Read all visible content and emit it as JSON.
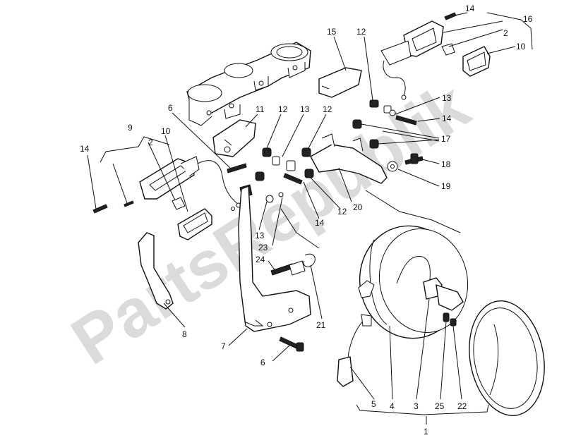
{
  "watermark": "PartsRepublik",
  "callouts": {
    "c1": "1",
    "c2a": "2",
    "c2b": "2",
    "c3": "3",
    "c4": "4",
    "c5": "5",
    "c6a": "6",
    "c6b": "6",
    "c7": "7",
    "c8": "8",
    "c9": "9",
    "c10a": "10",
    "c10b": "10",
    "c11": "11",
    "c12a": "12",
    "c12b": "12",
    "c12c": "12",
    "c12d": "12",
    "c13a": "13",
    "c13b": "13",
    "c13c": "13",
    "c14a": "14",
    "c14b": "14",
    "c14c": "14",
    "c14d": "14",
    "c15": "15",
    "c16": "16",
    "c17": "17",
    "c18": "18",
    "c19": "19",
    "c20": "20",
    "c21": "21",
    "c22": "22",
    "c23": "23",
    "c24": "24",
    "c25": "25"
  }
}
